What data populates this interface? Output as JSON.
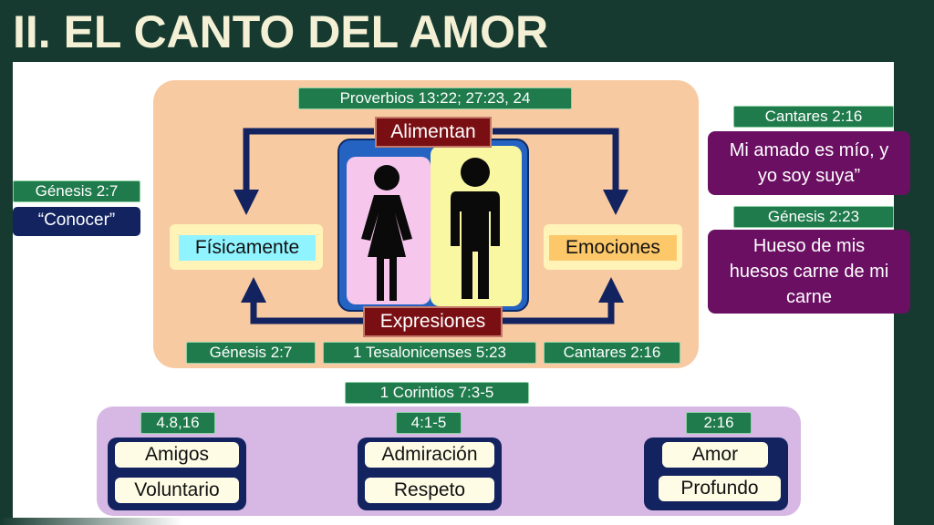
{
  "title": "II. EL CANTO DEL AMOR",
  "colors": {
    "frame": "#163a2f",
    "title_text": "#f4f0d6",
    "green_tag": "#1f7a4c",
    "purple": "#6b0f63",
    "navy": "#12235f",
    "peach": "#f8caa2",
    "lavender": "#d7b8e5",
    "maroon": "#7a0f13"
  },
  "left": {
    "ref": "Génesis 2:7",
    "label": "“Conocer”"
  },
  "center": {
    "top_ref": "Proverbios 13:22; 27:23, 24",
    "top_label": "Alimentan",
    "bottom_label": "Expresiones",
    "left_label": "Físicamente",
    "right_label": "Emociones",
    "bottom_refs": [
      "Génesis 2:7",
      "1 Tesalonicenses 5:23",
      "Cantares 2:16"
    ],
    "icons": [
      "woman-icon",
      "man-icon"
    ]
  },
  "right": {
    "ref1": "Cantares 2:16",
    "quote1": "Mi amado es mío, y yo soy suya”",
    "ref2": "Génesis 2:23",
    "quote2": "Hueso de mis huesos carne de mi carne"
  },
  "bottom": {
    "ref": "1 Corintios 7:3-5",
    "groups": [
      {
        "ref": "4.8,16",
        "top": "Amigos",
        "bottom": "Voluntario"
      },
      {
        "ref": "4:1-5",
        "top": "Admiración",
        "bottom": "Respeto"
      },
      {
        "ref": "2:16",
        "top": "Amor",
        "bottom": "Profundo"
      }
    ]
  }
}
